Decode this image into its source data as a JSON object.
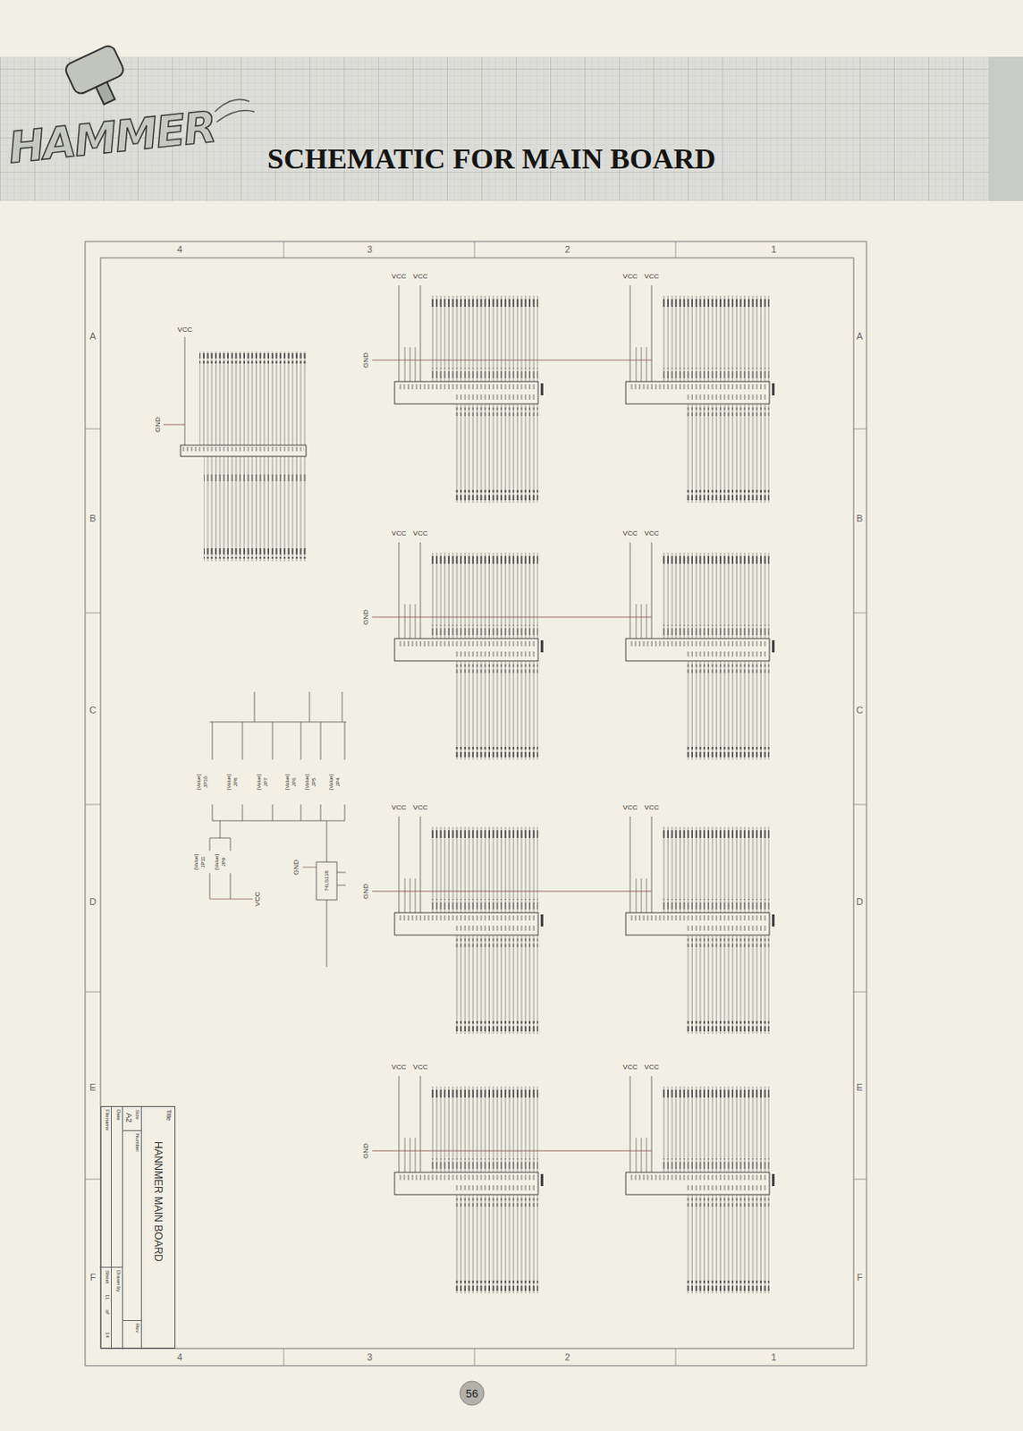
{
  "diagram": {
    "title": "SCHEMATIC FOR MAIN BOARD",
    "nodes": [
      {
        "text": [
          "Title",
          "HANNMER MAIN BOARD",
          "Size",
          "A2",
          "Number",
          "Rev",
          "Date",
          "Drawn by",
          "Filename",
          "Sheet",
          "11",
          "of",
          "14"
        ]
      }
    ],
    "labels": [
      "A",
      "B",
      "C",
      "D",
      "E",
      "F",
      "A",
      "B",
      "C",
      "D",
      "E",
      "F",
      "4",
      "3",
      "2",
      "1",
      "4",
      "3",
      "2",
      "1",
      "HAMMER",
      "VCC",
      "VCC",
      "VCC",
      "VCC",
      "VCC",
      "VCC",
      "VCC",
      "VCC",
      "VCC",
      "VCC",
      "VCC",
      "VCC",
      "VCC",
      "VCC",
      "VCC",
      "VCC",
      "VCC",
      "VCC",
      "GND",
      "GND",
      "GND",
      "GND",
      "GND",
      "GND",
      "JP4",
      "[Value]",
      "JP5",
      "[Value]",
      "JP6",
      "[Value]",
      "JP7",
      "[Value]",
      "JP8",
      "[Value]",
      "JP10",
      "[Value]",
      "JP9",
      "[Value]",
      "JP11",
      "[Value]",
      "74LS138",
      "56"
    ]
  }
}
